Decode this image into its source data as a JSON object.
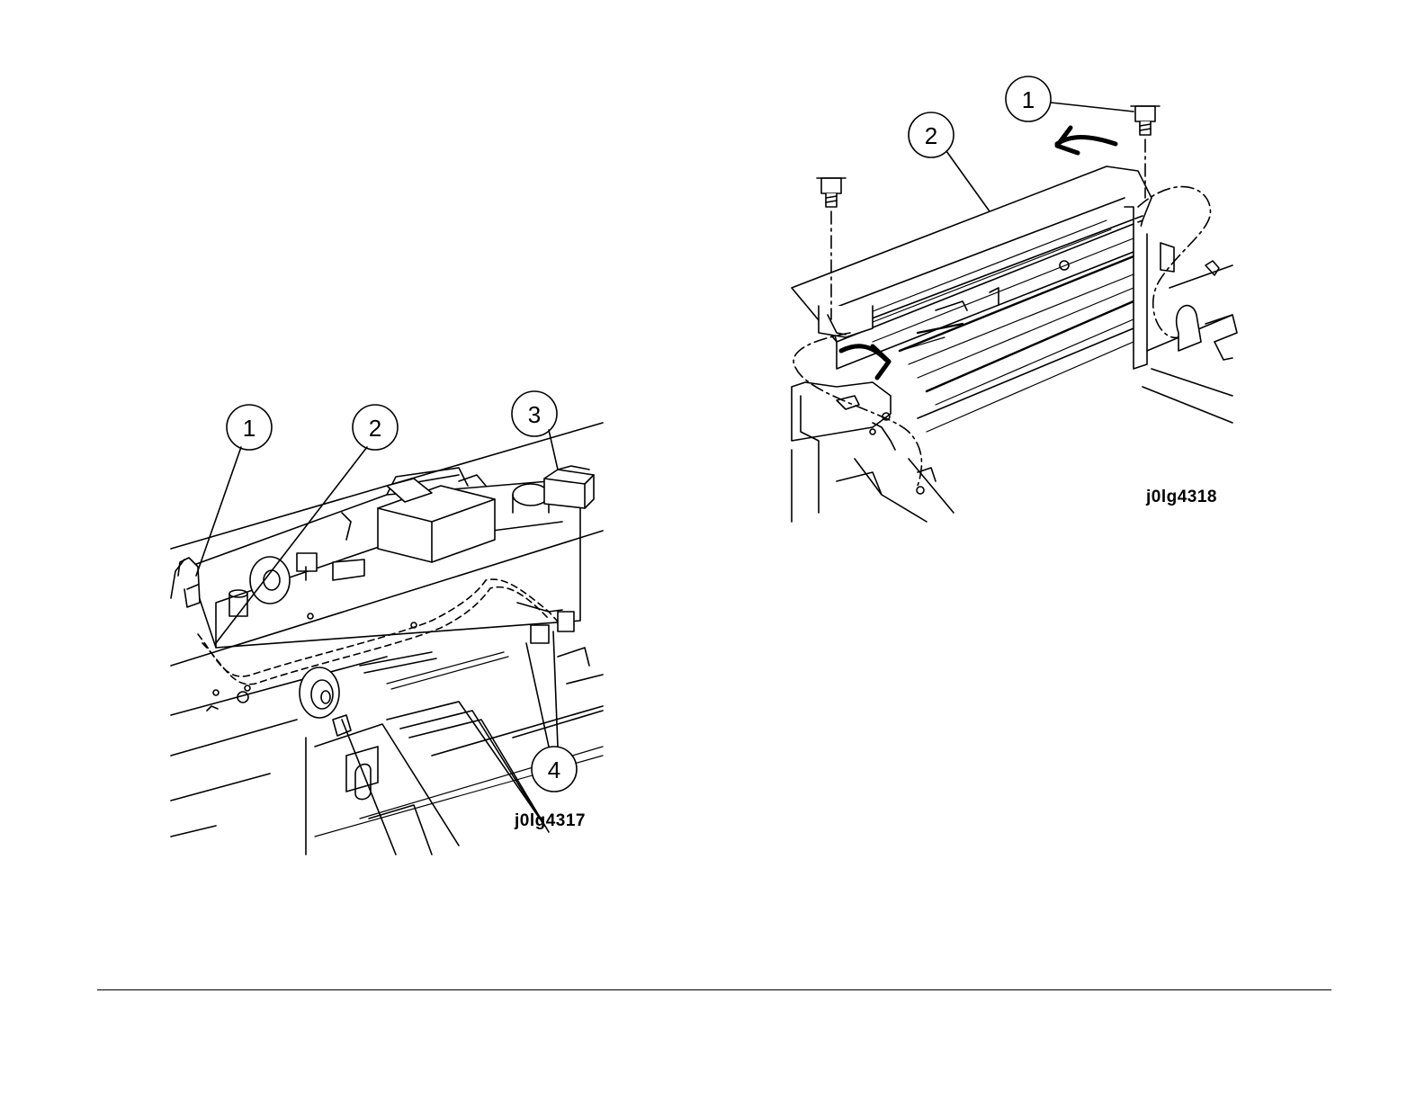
{
  "figures": [
    {
      "id": "j0lg4317",
      "callouts": [
        "1",
        "2",
        "3",
        "4"
      ]
    },
    {
      "id": "j0lg4318",
      "callouts": [
        "1",
        "2"
      ]
    }
  ]
}
